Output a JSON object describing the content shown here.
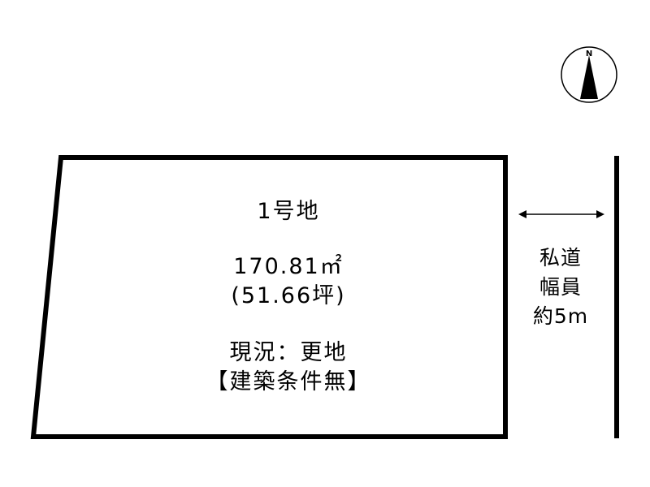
{
  "compass": {
    "north_label": "N",
    "icon": "north-arrow-icon"
  },
  "lot": {
    "name": "1号地",
    "area_sqm": "170.81㎡",
    "area_tsubo": "(51.66坪)",
    "current_state": "現況：更地",
    "conditions": "【建築条件無】"
  },
  "road": {
    "line1": "私道",
    "line2": "幅員",
    "line3": "約5m"
  },
  "colors": {
    "line": "#000000",
    "background": "#ffffff"
  }
}
